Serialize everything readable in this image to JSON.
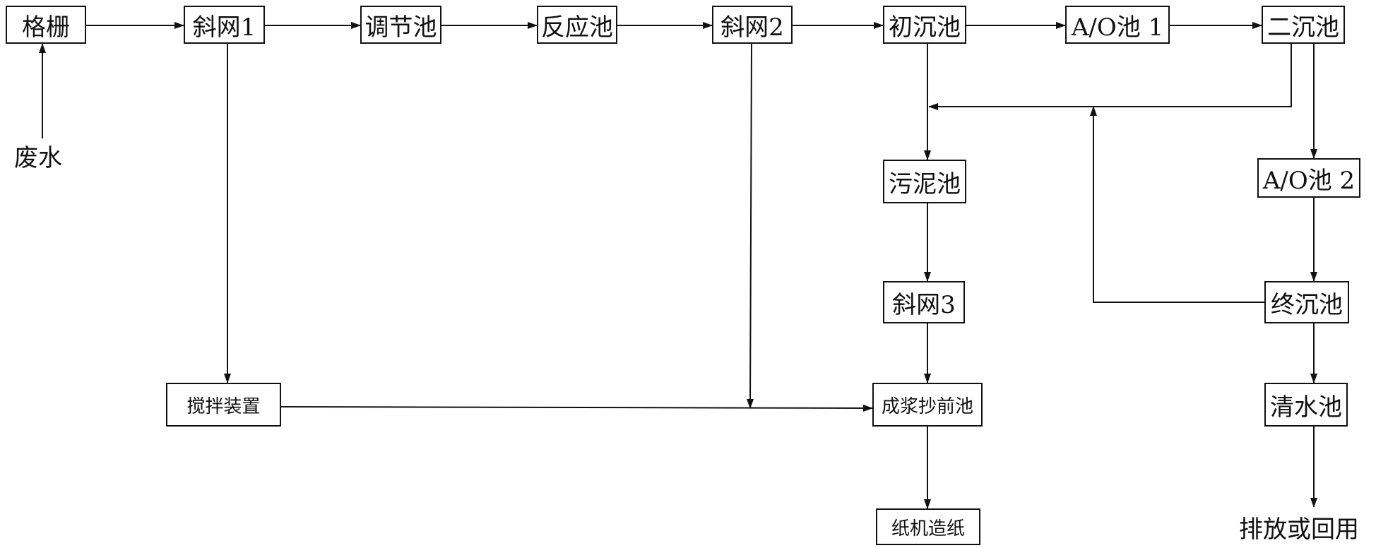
{
  "nodes": {
    "grille": "格栅",
    "incline_screen_1": "斜网1",
    "regulating_tank": "调节池",
    "reaction_tank": "反应池",
    "incline_screen_2": "斜网2",
    "primary_settling_tank": "初沉池",
    "ao_tank_1": "A/O池 1",
    "secondary_settling_tank": "二沉池",
    "sludge_tank": "污泥池",
    "ao_tank_2": "A/O池 2",
    "incline_screen_3": "斜网3",
    "final_settling_tank": "终沉池",
    "stirring_device": "搅拌装置",
    "pulp_forming_tank": "成浆抄前池",
    "clear_water_tank": "清水池",
    "paper_machine": "纸机造纸"
  },
  "labels": {
    "wastewater": "废水",
    "discharge_or_reuse": "排放或回用"
  }
}
